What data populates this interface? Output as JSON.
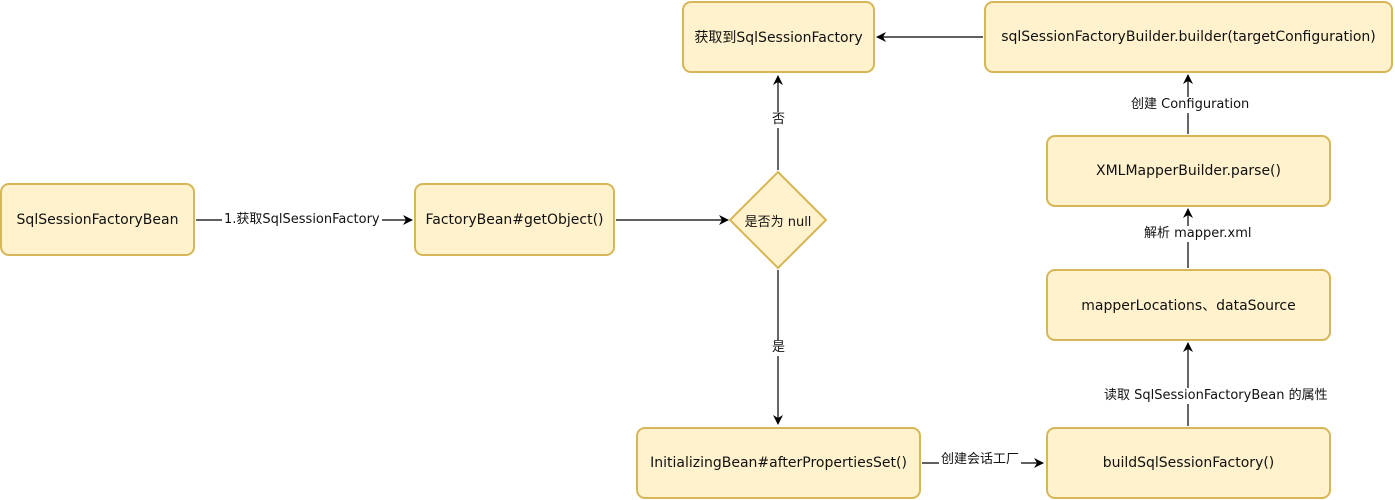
{
  "nodes": {
    "factory_bean": "SqlSessionFactoryBean",
    "get_object": "FactoryBean#getObject()",
    "is_null": "是否为 null",
    "got_factory": "获取到SqlSessionFactory",
    "builder": "sqlSessionFactoryBuilder.builder(targetConfiguration)",
    "xml_parse": "XMLMapperBuilder.parse()",
    "mapper_locations": "mapperLocations、dataSource",
    "after_props": "InitializingBean#afterPropertiesSet()",
    "build_factory": "buildSqlSessionFactory()"
  },
  "edges": {
    "get_factory": "1.获取SqlSessionFactory",
    "no": "否",
    "yes": "是",
    "create_factory": "创建会话工厂",
    "read_attrs": "读取 SqlSessionFactoryBean 的属性",
    "parse_xml": "解析 mapper.xml",
    "create_config": "创建 Configuration"
  },
  "colors": {
    "fill": "#fff2cc",
    "stroke": "#d6b656",
    "edge": "#000000"
  }
}
